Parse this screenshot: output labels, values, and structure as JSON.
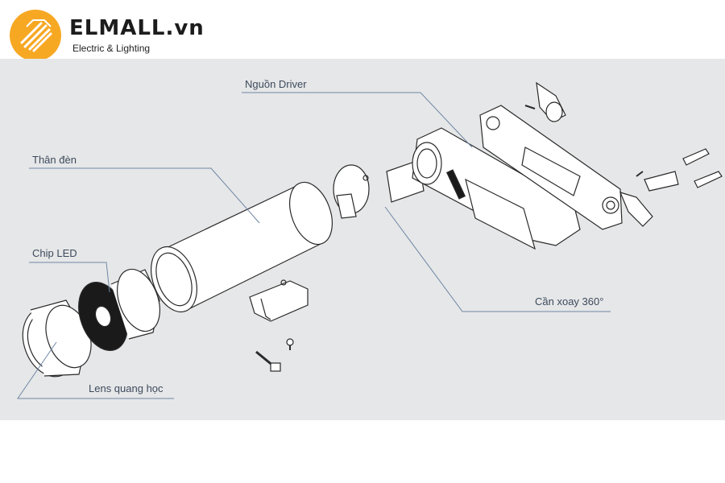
{
  "header": {
    "brand": "ELMALL.vn",
    "tagline": "Electric & Lighting",
    "logo_icon": "lightbulb-stripes-icon",
    "logo_color": "#f7a823"
  },
  "diagram": {
    "background_color": "#e6e7e8",
    "leader_color": "#6f87a6",
    "labels": {
      "driver": "Nguồn Driver",
      "body": "Thân đèn",
      "chip": "Chip LED",
      "arm": "Cần xoay 360°",
      "lens": "Lens quang học"
    }
  }
}
